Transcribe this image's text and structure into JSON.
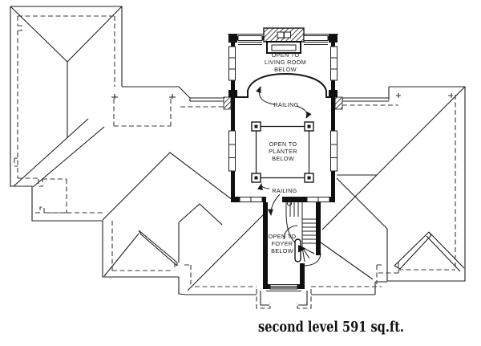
{
  "colors": {
    "paper": "#ffffff",
    "ink": "#1a1a1a"
  },
  "plan": {
    "open_to_living_room": [
      "OPEN TO",
      "LIVING ROOM",
      "BELOW"
    ],
    "railing_upper": "RAILING",
    "open_to_planter": [
      "OPEN TO",
      "PLANTER",
      "BELOW"
    ],
    "railing_lower": "RAILING",
    "open_to_foyer": [
      "OPEN TO",
      "FOYER",
      "BELOW"
    ],
    "caption": "second level 591 sq.ft."
  }
}
